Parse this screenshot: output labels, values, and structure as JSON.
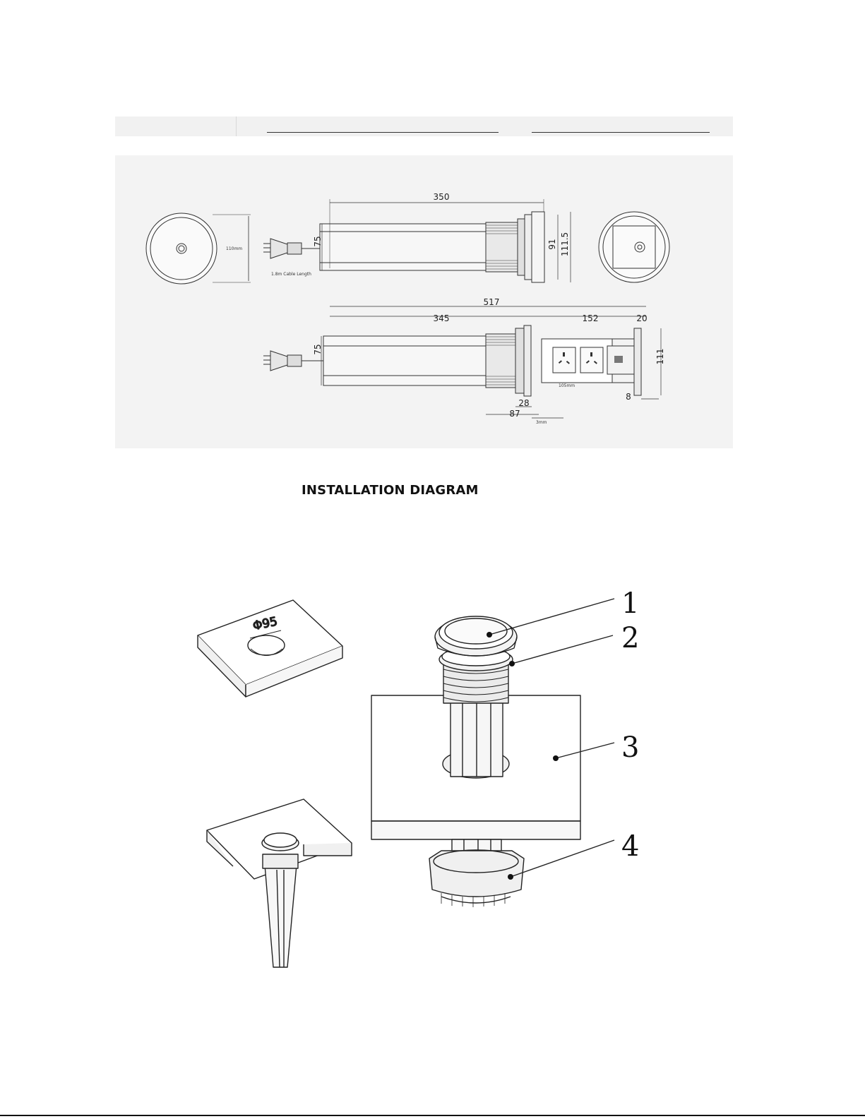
{
  "dimensions": {
    "overall_length_closed": "350",
    "body_diameter_1": "75",
    "flange_inner": "91",
    "flange_outer": "111.5",
    "top_diameter": "110mm",
    "cable_length": "1.8m Cable Length",
    "overall_length_open": "517",
    "body_length": "345",
    "socket_section": "152",
    "cap_thickness": "20",
    "body_diameter_2": "75",
    "cap_height": "111",
    "cap_edge": "8",
    "nut_height": "28",
    "thread_length": "87",
    "gap": "3mm",
    "socket_width": "105mm"
  },
  "section_title": "INSTALLATION DIAGRAM",
  "installation": {
    "hole_diameter": "Φ95",
    "callouts": [
      "1",
      "2",
      "3",
      "4"
    ]
  }
}
